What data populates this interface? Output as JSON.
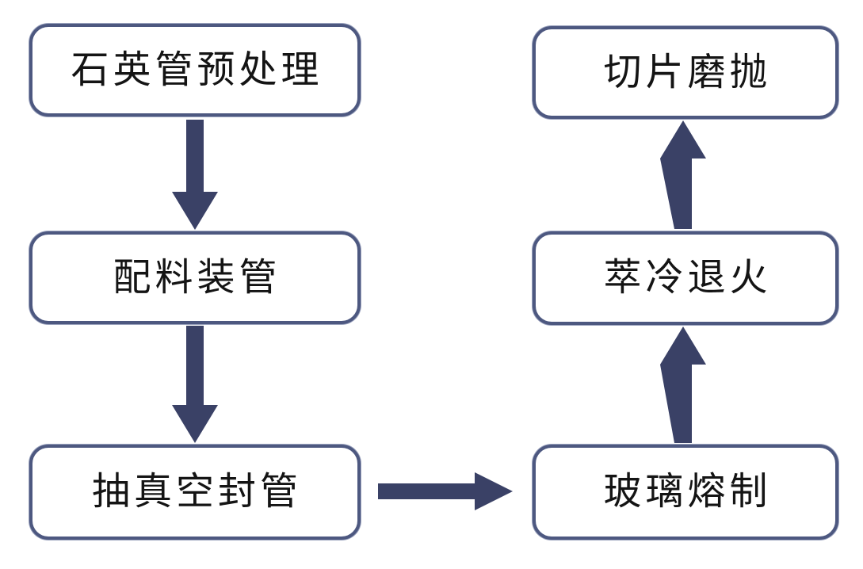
{
  "diagram": {
    "type": "flowchart",
    "language": "zh-CN",
    "background": "#ffffff",
    "colors": {
      "arrow": "#3a4166",
      "node_border": "#4d5880",
      "text": "#141414"
    },
    "nodes": [
      {
        "id": "quartz-tube-pretreatment",
        "label": "石英管预处理"
      },
      {
        "id": "batching-and-tube-loading",
        "label": "配料装管"
      },
      {
        "id": "vacuum-pumping-and-tube-sealing",
        "label": "抽真空封管"
      },
      {
        "id": "glass-melting",
        "label": "玻璃熔制"
      },
      {
        "id": "quench-cooling-and-annealing",
        "label": "萃冷退火"
      },
      {
        "id": "slicing-and-polishing",
        "label": "切片磨抛"
      }
    ],
    "edges": [
      {
        "from": "石英管预处理",
        "to": "配料装管",
        "direction": "down"
      },
      {
        "from": "配料装管",
        "to": "抽真空封管",
        "direction": "down"
      },
      {
        "from": "抽真空封管",
        "to": "玻璃熔制",
        "direction": "right"
      },
      {
        "from": "玻璃熔制",
        "to": "萃冷退火",
        "direction": "up"
      },
      {
        "from": "萃冷退火",
        "to": "切片磨抛",
        "direction": "up"
      }
    ]
  }
}
